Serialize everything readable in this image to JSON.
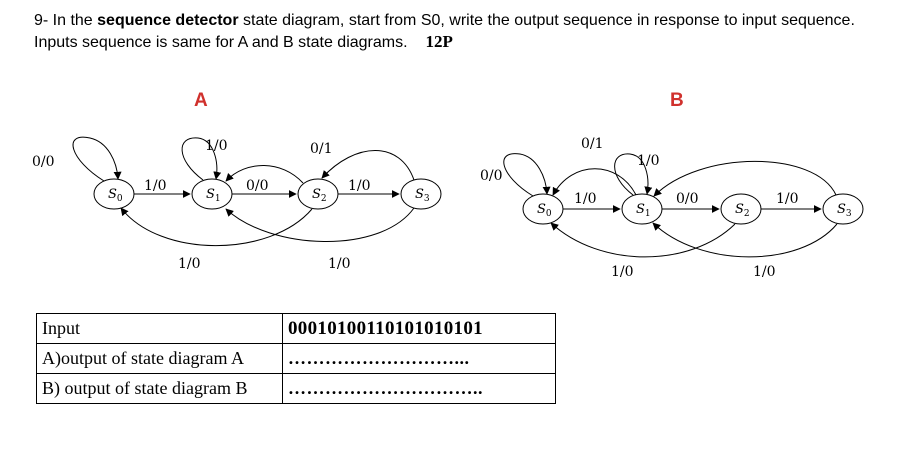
{
  "question": {
    "prefix": "9- In the ",
    "bold": "sequence detector",
    "rest": " state diagram, start from S0, write the output sequence in response to input sequence. Inputs sequence is same for A and B state diagrams.",
    "points": "12P"
  },
  "diagrams": {
    "a": {
      "title": "A",
      "states": [
        {
          "main": "S",
          "sub": "0"
        },
        {
          "main": "S",
          "sub": "1"
        },
        {
          "main": "S",
          "sub": "2"
        },
        {
          "main": "S",
          "sub": "3"
        }
      ],
      "labels": {
        "s0_self": "0/0",
        "s0_s1": "1/0",
        "s1_self": "1/0",
        "s1_s2": "0/0",
        "s2_s1": "0/1",
        "s2_s3": "1/0",
        "s3_s0": "1/0",
        "s3_s1": "1/0"
      }
    },
    "b": {
      "title": "B",
      "states": [
        {
          "main": "S",
          "sub": "0"
        },
        {
          "main": "S",
          "sub": "1"
        },
        {
          "main": "S",
          "sub": "2"
        },
        {
          "main": "S",
          "sub": "3"
        }
      ],
      "labels": {
        "s0_self": "0/0",
        "s0_s1": "1/0",
        "s1_self": "1/0",
        "s1_s0": "0/1",
        "s1_s2": "0/0",
        "s2_s3": "1/0",
        "s2_s0": "1/0",
        "s3_s1": "1/0"
      }
    }
  },
  "table": {
    "rows": [
      {
        "label": "Input",
        "value": "00010100110101010101"
      },
      {
        "label": "A)output of state diagram A",
        "value": "………………………..."
      },
      {
        "label": "B) output of state diagram B",
        "value": "………………………….."
      }
    ]
  }
}
